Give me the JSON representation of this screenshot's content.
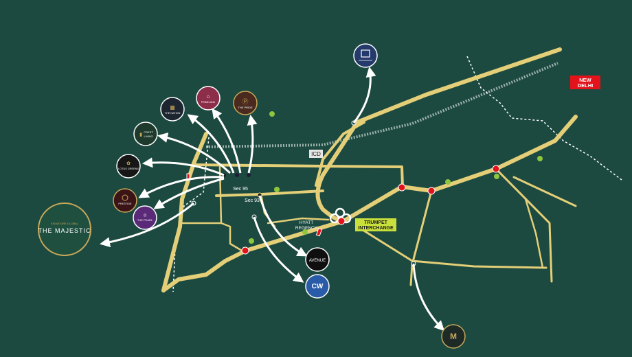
{
  "colors": {
    "background": "#1d4a40",
    "road": "#e4cf78",
    "junction": "#e3131b",
    "poi_dot": "#8ec63f",
    "arrow": "#ffffff",
    "new_delhi_bg": "#e3131b",
    "trumpet_bg": "#c9e03c",
    "badge_border": "#c8a85a"
  },
  "labels": {
    "new_delhi": "NEW DELHI",
    "icd": "ICD",
    "sec95": "Sec 95",
    "sec93": "Sec 93",
    "hyatt": "HYATT REGENCY",
    "trumpet": "TRUMPET INTERCHANGE"
  },
  "badges": {
    "top": "top-residency-icon",
    "prime": "PRIMELAND",
    "pride": "THE PRIDE",
    "nation": "THE NATION",
    "crest": "CREST LIVING",
    "lotus": "LOTUS GREENS",
    "prestige": "PRESTIGE",
    "pearl": "THE PEARL",
    "majestic_pre": "SIGNATURE GLOBAL",
    "majestic": "THE MAJESTIC",
    "avenue": "AVENUE",
    "cw": "CW",
    "m_title": "M"
  }
}
